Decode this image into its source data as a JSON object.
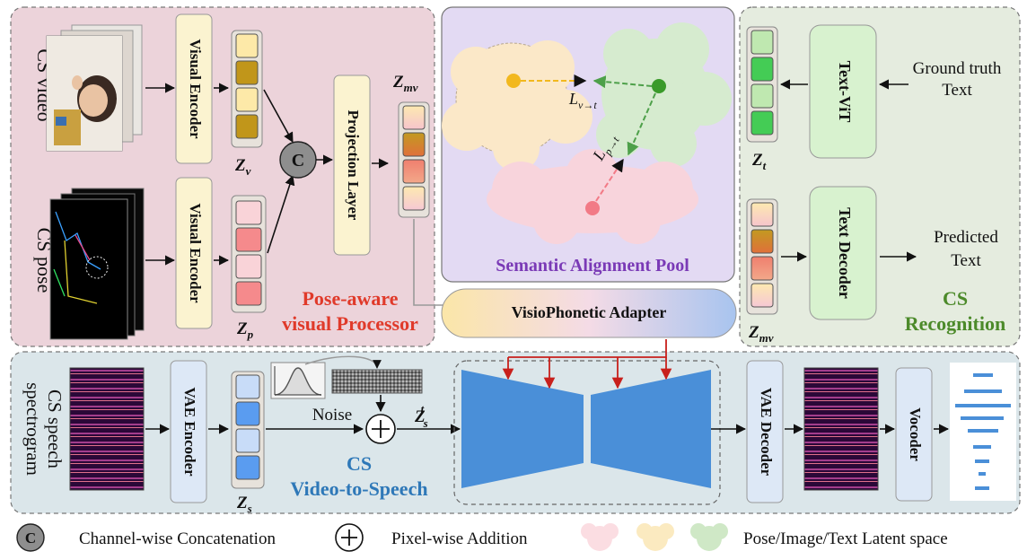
{
  "inputs": {
    "cs_video": "CS video",
    "cs_pose": "CS pose",
    "cs_speech_spectrogram_line1": "CS speech",
    "cs_speech_spectrogram_line2": "spectrogram",
    "ground_truth_line1": "Ground truth",
    "ground_truth_line2": "Text",
    "noise": "Noise"
  },
  "blocks": {
    "visual_encoder_top": "Visual Encoder",
    "visual_encoder_bottom": "Visual Encoder",
    "projection_layer": "Projection Layer",
    "text_vit": "Text-ViT",
    "text_decoder": "Text Decoder",
    "visiophonetic_adapter": "VisioPhonetic Adapter",
    "vae_encoder": "VAE Encoder",
    "vae_decoder": "VAE Decoder",
    "vocoder": "Vocoder",
    "concat_symbol": "C"
  },
  "latents": {
    "z_v": "Z",
    "z_v_sub": "v",
    "z_p": "Z",
    "z_p_sub": "p",
    "z_mv_top": "Z",
    "z_mv_top_sub": "mv",
    "z_t": "Z",
    "z_t_sub": "t",
    "z_mv_right": "Z",
    "z_mv_right_sub": "mv",
    "z_s": "Z",
    "z_s_sub": "s",
    "z_s_t": "Z",
    "z_s_t_sub": "s",
    "z_s_t_sup": "t"
  },
  "losses": {
    "l_v_t": "L",
    "l_v_t_sub": "v→t",
    "l_p_t": "L",
    "l_p_t_sub": "p→t"
  },
  "outputs": {
    "predicted_line1": "Predicted",
    "predicted_line2": "Text"
  },
  "modules": {
    "pose_aware_line1": "Pose-aware",
    "pose_aware_line2": "visual Processor",
    "semantic_alignment_pool": "Semantic Alignment Pool",
    "cs_recognition_line1": "CS",
    "cs_recognition_line2": "Recognition",
    "cs_v2s_line1": "CS",
    "cs_v2s_line2": "Video-to-Speech"
  },
  "legend": {
    "concat_symbol": "C",
    "concat_label": "Channel-wise Concatenation",
    "add_label": "Pixel-wise Addition",
    "latent_label": "Pose/Image/Text Latent space"
  },
  "colors": {
    "pose_panel": "#ecd3da",
    "semantic_panel": "#e3daf3",
    "recognition_panel": "#e5ecdf",
    "v2s_panel": "#dbe6ea",
    "block_fill": "#fbf3d0",
    "text_block_fill": "#d8f2cf",
    "vae_fill": "#dde8f6",
    "pose_aware_text": "#e03a2a",
    "semantic_text": "#7a3ab6",
    "recognition_text": "#4c8a2a",
    "v2s_text": "#2e78b8",
    "unet_fill": "#4a8fd8",
    "red_arrow": "#c8201c"
  }
}
